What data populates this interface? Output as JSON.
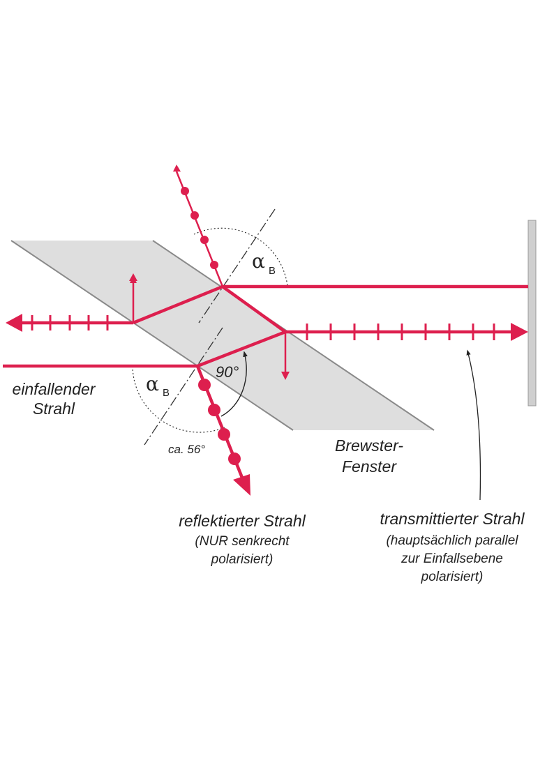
{
  "colors": {
    "beam": "#dd1f4e",
    "glass_fill": "#dedede",
    "glass_edge": "#8a8a8a",
    "text": "#222222",
    "screen": "#cfcfcf"
  },
  "labels": {
    "incident": [
      "einfallender",
      "Strahl"
    ],
    "window": [
      "Brewster-",
      "Fenster"
    ],
    "reflected": [
      "reflektierter Strahl",
      "(NUR senkrecht",
      "polarisiert)"
    ],
    "transmitted": [
      "transmittierter Strahl",
      "(hauptsächlich parallel",
      "zur Einfallsebene",
      "polarisiert)"
    ],
    "angle_symbol": "α",
    "angle_subscript": "B",
    "right_angle": "90°",
    "approx_angle": "ca. 56°"
  }
}
